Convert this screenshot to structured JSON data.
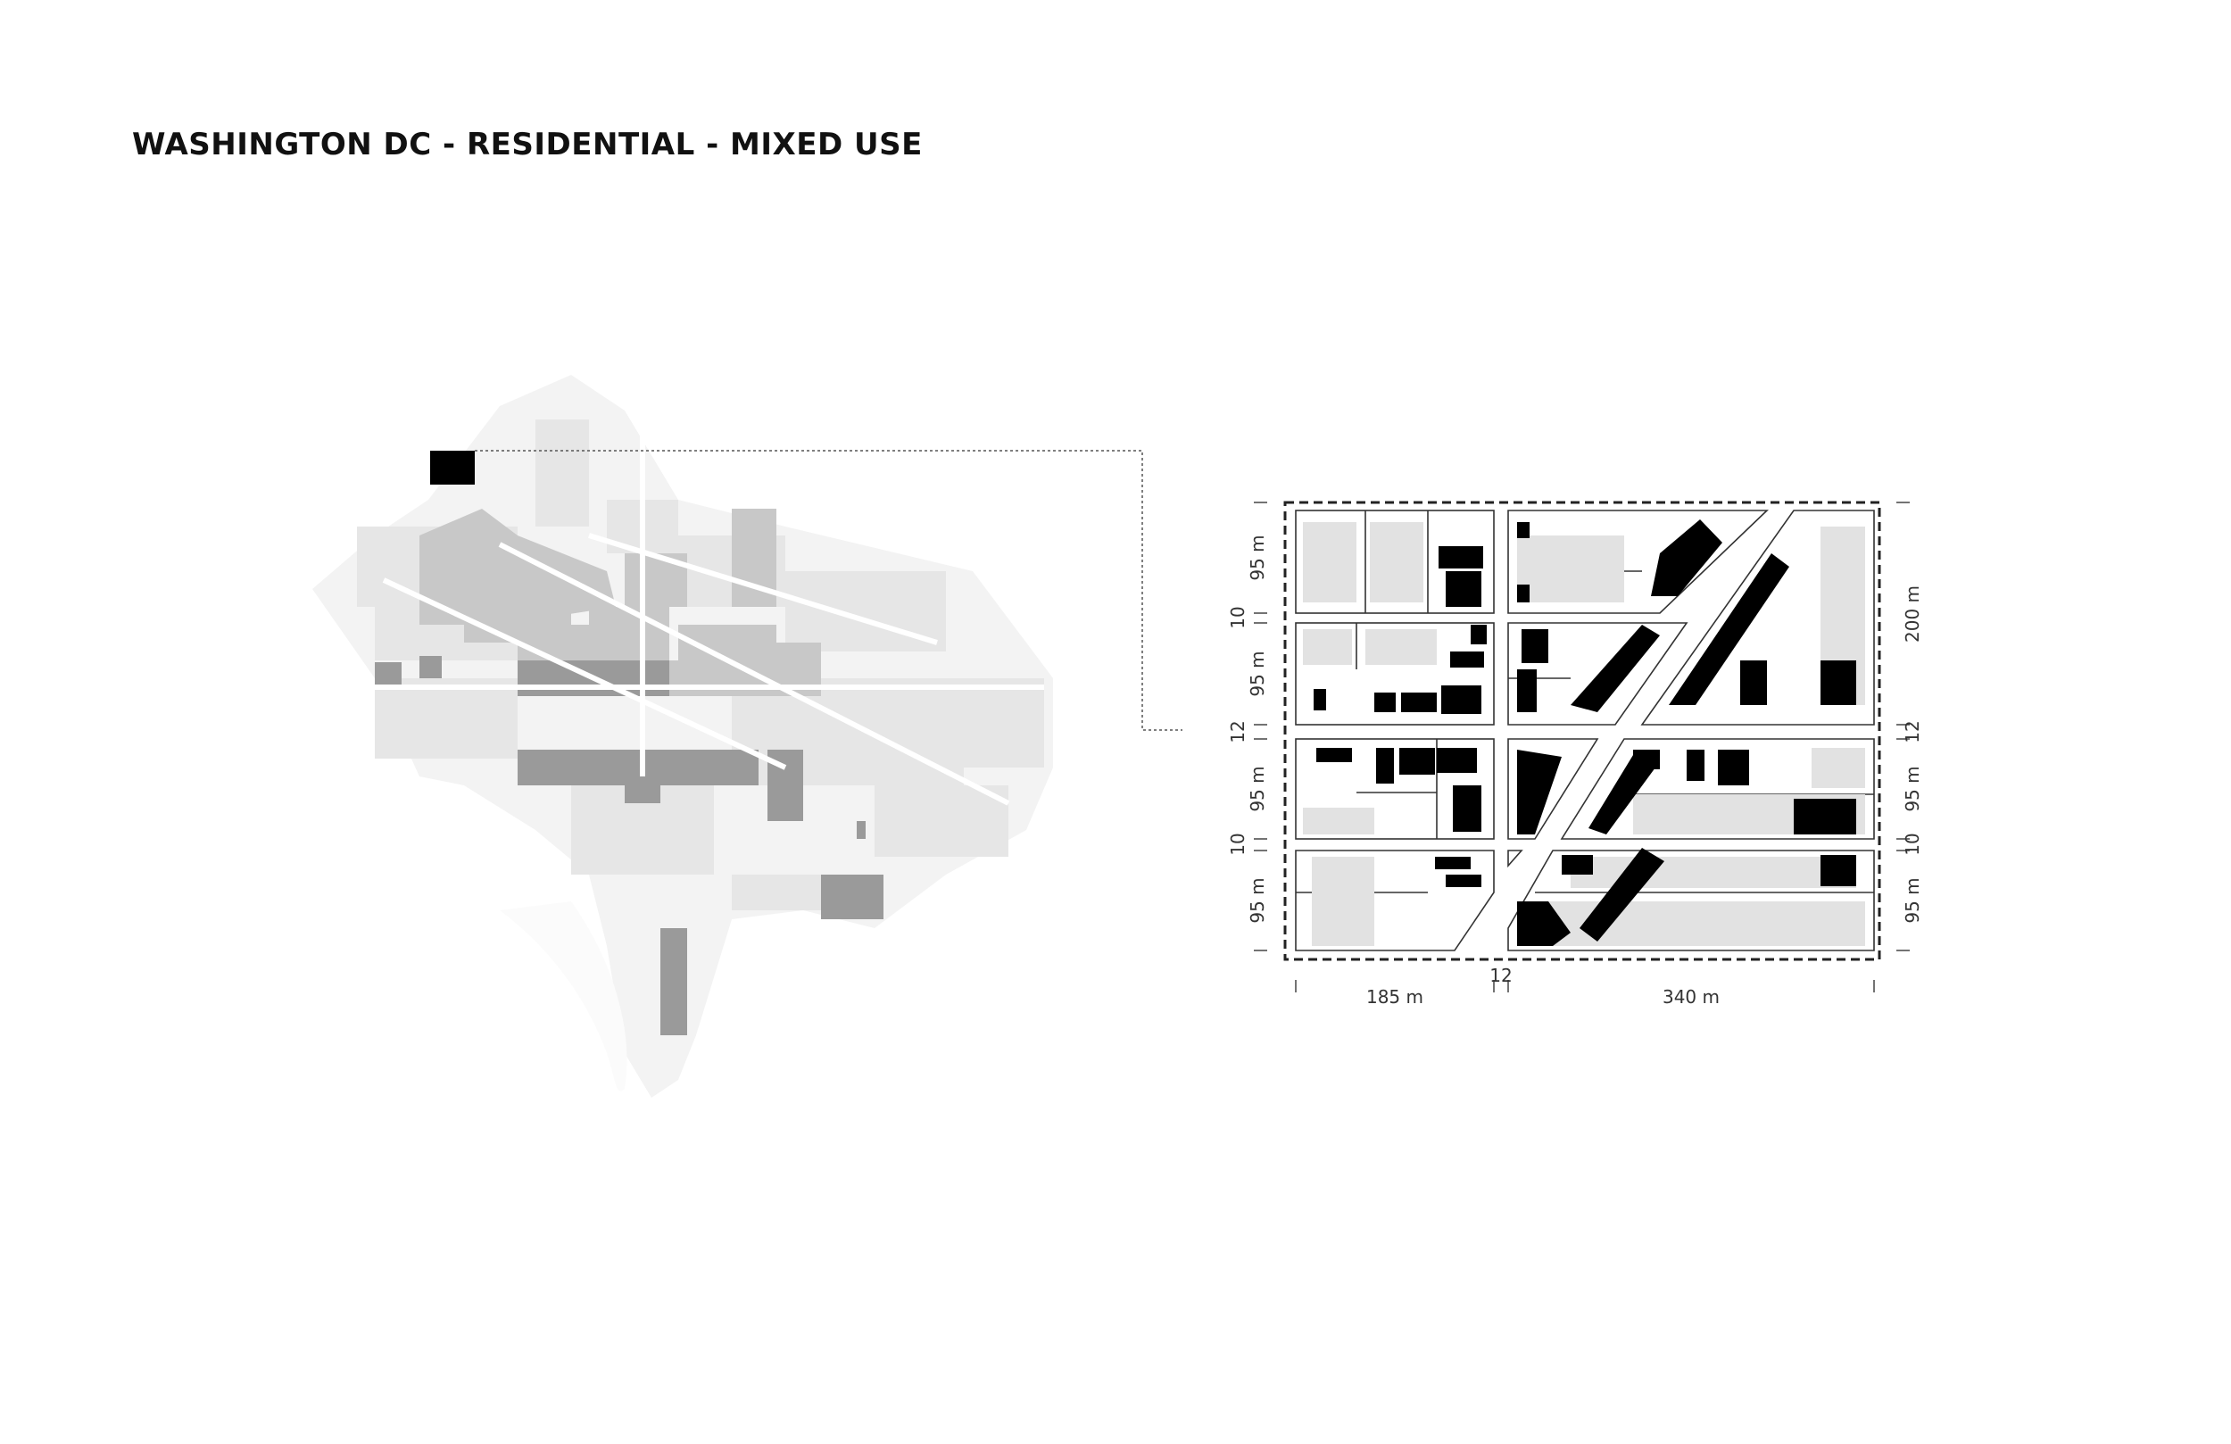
{
  "title": "WASHINGTON DC - RESIDENTIAL - MIXED USE",
  "colors": {
    "background": "#ffffff",
    "map_light": "#ececec",
    "map_mid": "#c9c9c9",
    "map_dark": "#8f8f8f",
    "building": "#000000",
    "context_building": "#e2e2e2"
  },
  "dimensions": {
    "left_block_heights": [
      "95 m",
      "10",
      "95 m",
      "12",
      "95 m",
      "10",
      "95 m"
    ],
    "right_block_heights": [
      "200 m",
      "12",
      "95 m",
      "10",
      "95 m"
    ],
    "bottom_widths": [
      "185 m",
      "340 m"
    ],
    "bottom_gap": "12"
  },
  "icons": [
    "locator-marker-icon",
    "leader-line-icon",
    "sample-boundary-icon"
  ]
}
